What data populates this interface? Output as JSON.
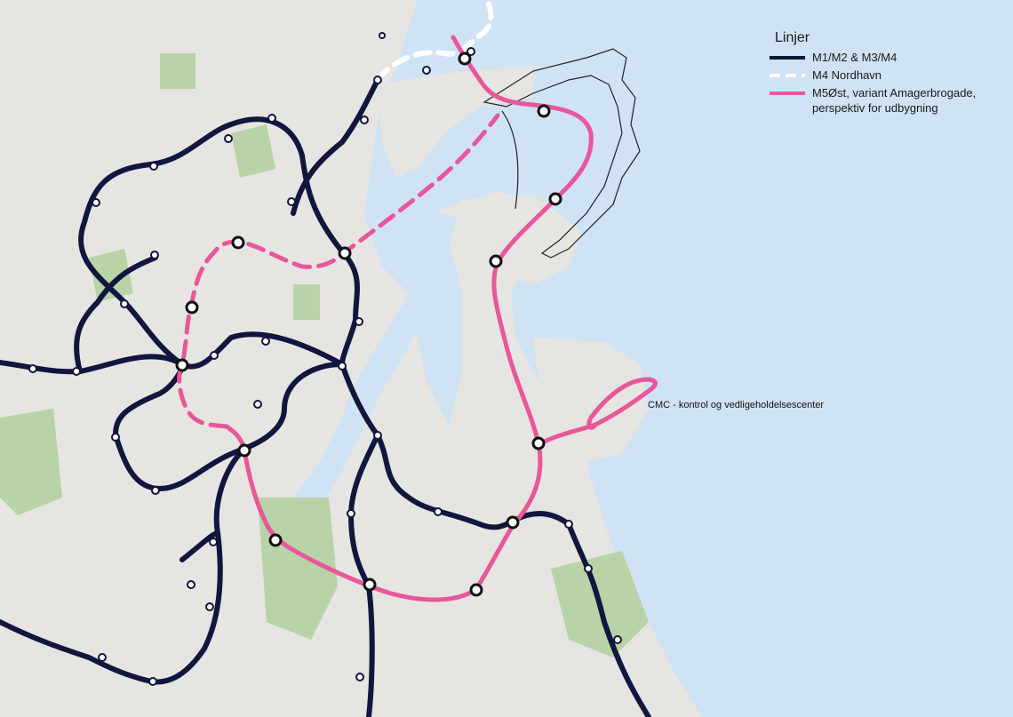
{
  "legend": {
    "title": "Linjer",
    "items": [
      {
        "label": "M1/M2 & M3/M4",
        "color": "#10163e",
        "style": "solid"
      },
      {
        "label": "M4 Nordhavn",
        "color": "#ffffff",
        "style": "dashed"
      },
      {
        "label": "M5Øst, variant Amagerbrogade, perspektiv for udbygning",
        "color": "#e8579a",
        "style": "solid"
      }
    ]
  },
  "annotations": {
    "cmc": "CMC - kontrol og vedligeholdelsescenter"
  },
  "colors": {
    "sea": "#cfe3f4",
    "land": "#e6e5e1",
    "green": "#b8d3a8",
    "metro_dark": "#10163e",
    "metro_pink": "#e8579a",
    "metro_white": "#ffffff",
    "coast_outline": "#222222"
  }
}
